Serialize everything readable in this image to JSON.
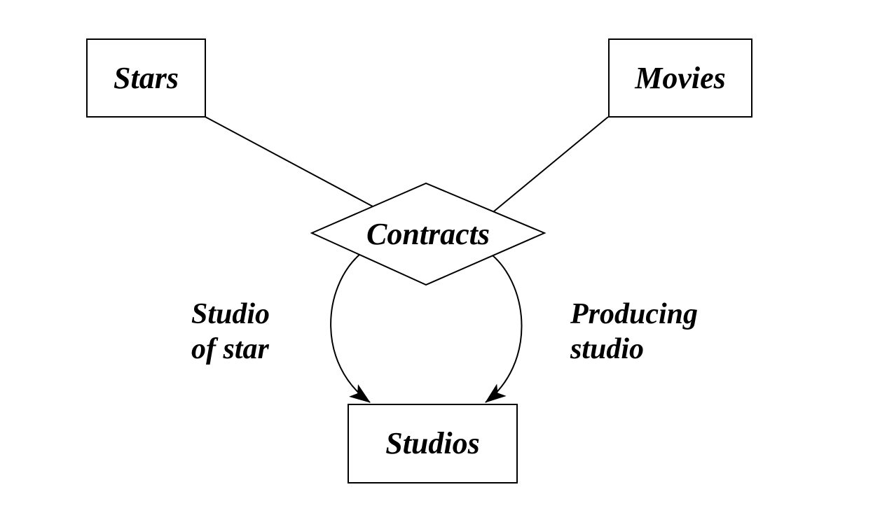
{
  "diagram": {
    "type": "entity-relationship",
    "background_color": "#ffffff",
    "stroke_color": "#000000",
    "entities": {
      "stars": {
        "label": "Stars"
      },
      "movies": {
        "label": "Movies"
      },
      "studios": {
        "label": "Studios"
      }
    },
    "relationships": {
      "contracts": {
        "label": "Contracts"
      }
    },
    "edge_labels": {
      "studio_of_star": {
        "line1": "Studio",
        "line2": "of star"
      },
      "producing_studio": {
        "line1": "Producing",
        "line2": "studio"
      }
    },
    "connections": [
      {
        "from": "Stars",
        "to": "Contracts",
        "style": "line"
      },
      {
        "from": "Movies",
        "to": "Contracts",
        "style": "line"
      },
      {
        "from": "Contracts",
        "to": "Studios",
        "style": "arrow",
        "label": "Studio of star"
      },
      {
        "from": "Contracts",
        "to": "Studios",
        "style": "arrow",
        "label": "Producing studio"
      }
    ]
  }
}
